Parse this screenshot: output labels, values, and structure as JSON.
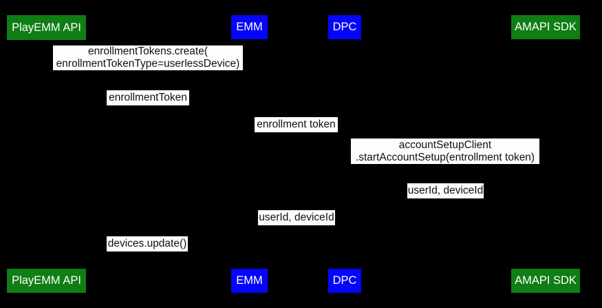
{
  "colors": {
    "background": "#000000",
    "actor-green": "#0f7e14",
    "actor-blue": "#0505fa",
    "actor-text": "#ffffff",
    "label-bg": "#fdfdfd",
    "label-text": "#111111"
  },
  "actors": [
    {
      "label": "PlayEMM API",
      "color": "green"
    },
    {
      "label": "EMM",
      "color": "blue"
    },
    {
      "label": "DPC",
      "color": "blue"
    },
    {
      "label": "AMAPI SDK",
      "color": "green"
    }
  ],
  "messages": [
    {
      "lines": [
        "enrollmentTokens.create(",
        "enrollmentTokenType=userlessDevice)"
      ]
    },
    {
      "lines": [
        "enrollmentToken"
      ]
    },
    {
      "lines": [
        "enrollment token"
      ]
    },
    {
      "lines": [
        "accountSetupClient",
        ".startAccountSetup(entrollment token)"
      ]
    },
    {
      "lines": [
        "userId, deviceId"
      ]
    },
    {
      "lines": [
        "userId, deviceId"
      ]
    },
    {
      "lines": [
        "devices.update()"
      ]
    }
  ]
}
